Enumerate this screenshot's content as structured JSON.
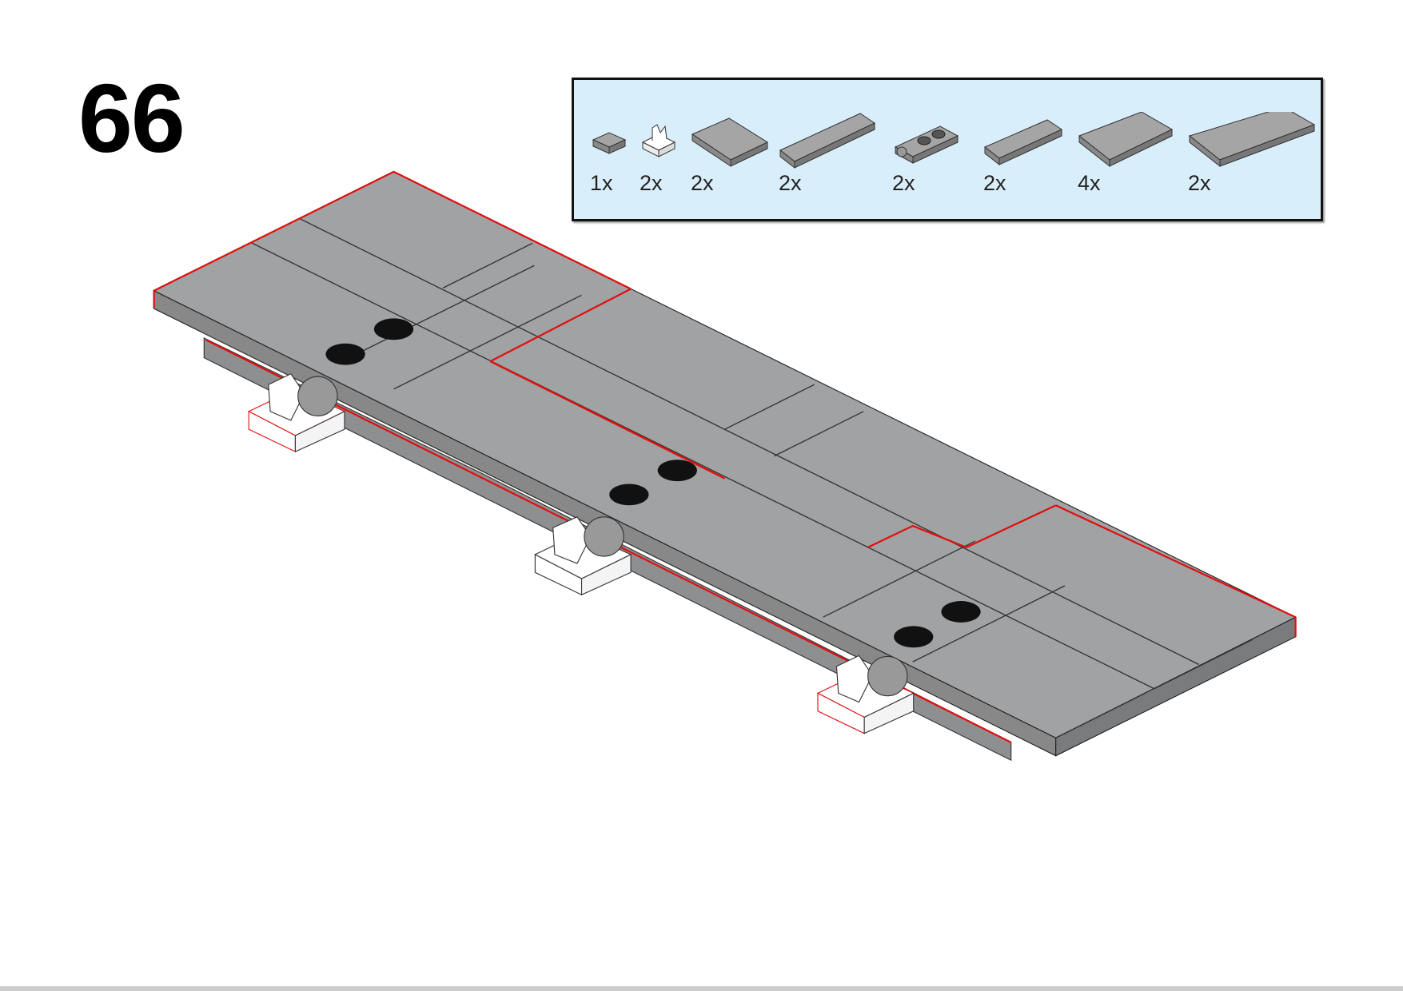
{
  "step_number": "66",
  "parts_list": [
    {
      "part": "tile-1x1",
      "qty": "1x"
    },
    {
      "part": "clip-plate-white",
      "qty": "2x"
    },
    {
      "part": "tile-2x2",
      "qty": "2x"
    },
    {
      "part": "tile-1x4",
      "qty": "2x"
    },
    {
      "part": "hinge-plate-1x2",
      "qty": "2x"
    },
    {
      "part": "tile-1x3",
      "qty": "2x"
    },
    {
      "part": "tile-2x3",
      "qty": "4x"
    },
    {
      "part": "tile-2x4",
      "qty": "2x"
    }
  ],
  "colors": {
    "part_box_bg": "#d9eefb",
    "tile_gray": "#a0a1a3",
    "highlight_red": "#e01010"
  }
}
